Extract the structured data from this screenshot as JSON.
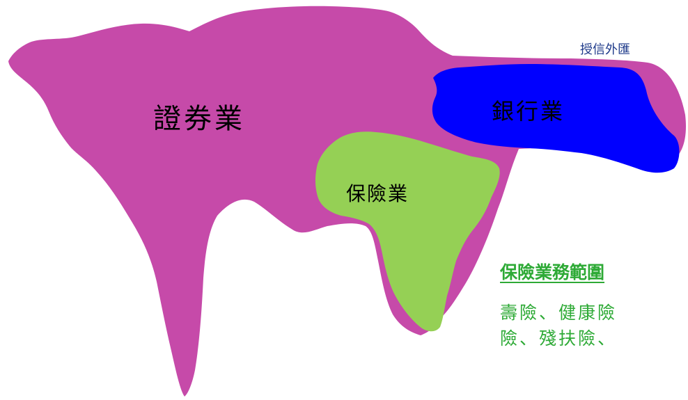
{
  "labels": {
    "securities": "證券業",
    "banking": "銀行業",
    "insurance": "保險業",
    "top_right": "授信外匯"
  },
  "scope": {
    "title": "保險業務範圍",
    "line_1": "壽險、健康險",
    "line_2": "險、殘扶險、"
  },
  "colors": {
    "securities_region": "#c64aa9",
    "banking_region": "#0000ff",
    "insurance_region": "#95d055",
    "scope_text": "#2eaa36",
    "top_right_text": "#1e3a8a"
  }
}
